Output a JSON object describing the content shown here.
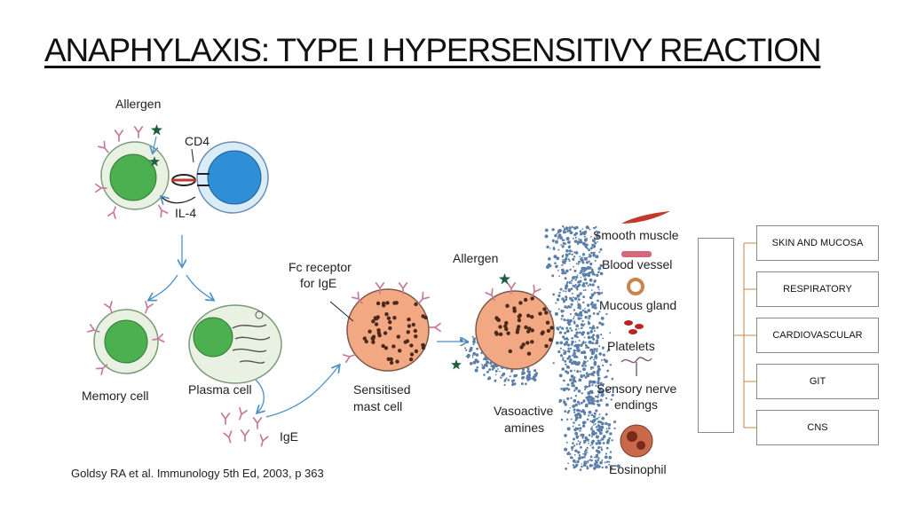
{
  "title": "ANAPHYLAXIS: TYPE I HYPERSENSITIVY REACTION",
  "figure": {
    "labels": {
      "allergen_top": "Allergen",
      "cd4": "CD4",
      "il4": "IL-4",
      "memory_cell": "Memory cell",
      "plasma_cell": "Plasma cell",
      "ige": "IgE",
      "fc_receptor_1": "Fc receptor",
      "fc_receptor_2": "for IgE",
      "sensitised_1": "Sensitised",
      "sensitised_2": "mast cell",
      "allergen_mast": "Allergen",
      "vasoactive_1": "Vasoactive",
      "vasoactive_2": "amines"
    },
    "targets": {
      "smooth_muscle": "Smooth muscle",
      "blood_vessel": "Blood vessel",
      "mucous_gland": "Mucous gland",
      "platelets": "Platelets",
      "sensory_1": "Sensory nerve",
      "sensory_2": "endings",
      "eosinophil": "Eosinophil"
    },
    "citation": "Goldsy RA et al.  Immunology 5th Ed, 2003, p 363",
    "colors": {
      "green_nucleus": "#4caf50",
      "blue_nucleus": "#2e8fd6",
      "mast_cell": "#f2a883",
      "arrow": "#4a90c8",
      "antibody": "#c97a9a"
    }
  },
  "effects": {
    "boxes": [
      "SKIN AND MUCOSA",
      "RESPIRATORY",
      "CARDIOVASCULAR",
      "GIT",
      "CNS"
    ],
    "connector_color": "#c8864a"
  }
}
